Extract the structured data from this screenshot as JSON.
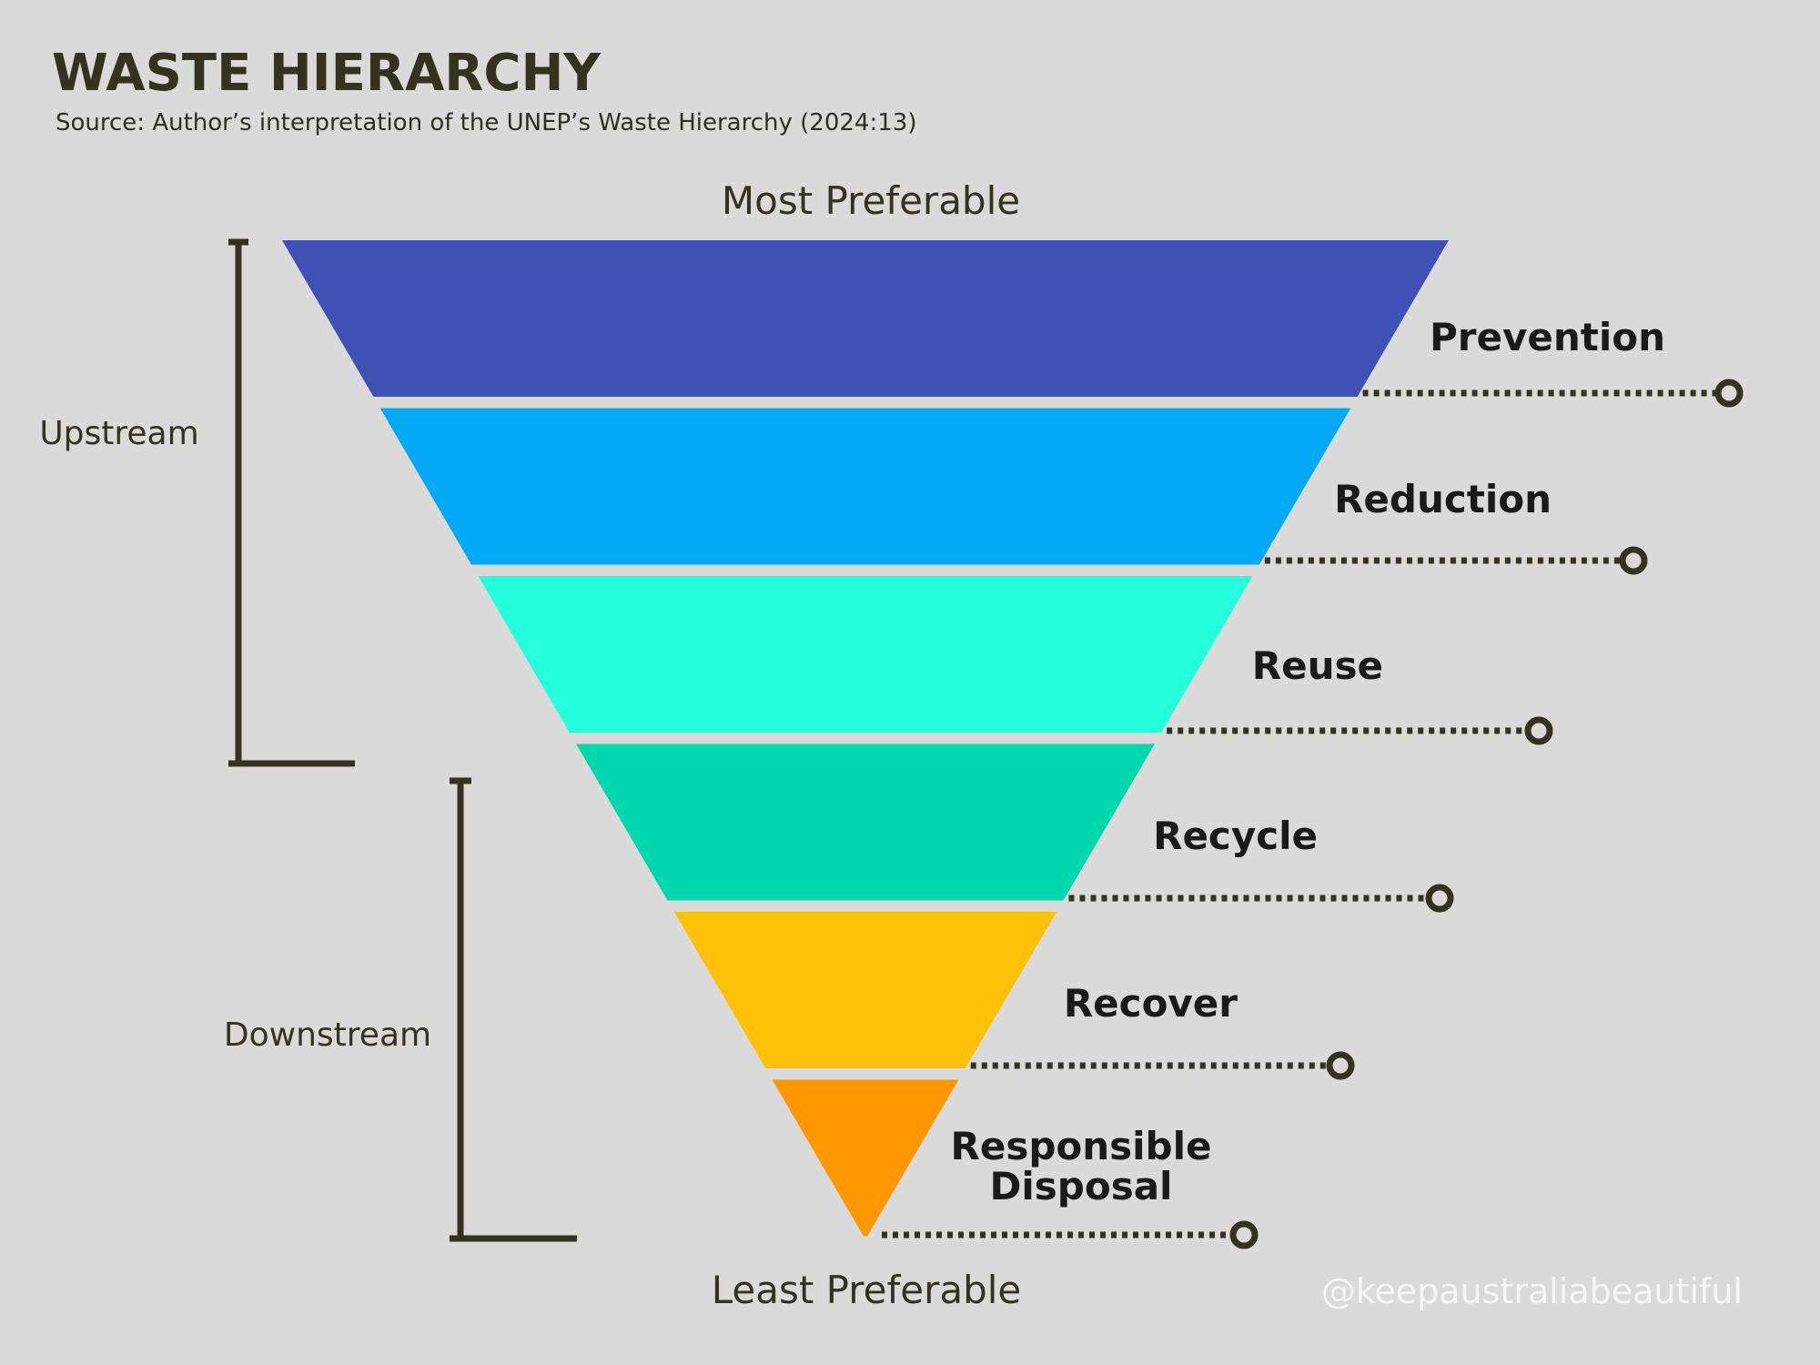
{
  "title": "WASTE HIERARCHY",
  "subtitle": "Source: Author’s interpretation of the UNEP’s Waste Hierarchy (2024:13)",
  "top_label": "Most Preferable",
  "bottom_label": "Least Preferable",
  "stream_groups": [
    {
      "label": "Upstream"
    },
    {
      "label": "Downstream"
    }
  ],
  "levels": [
    {
      "name": "Prevention",
      "color": "#3f51b5"
    },
    {
      "name": "Reduction",
      "color": "#03a9f4"
    },
    {
      "name": "Reuse",
      "color": "#26ffdc"
    },
    {
      "name": "Recycle",
      "color": "#00d7ad"
    },
    {
      "name": "Recover",
      "color": "#ffc107"
    },
    {
      "name": "Responsible Disposal",
      "name_lines": [
        "Responsible",
        "Disposal"
      ],
      "color": "#ff9800"
    }
  ],
  "watermark": "@keepaustraliabeautiful",
  "colors": {
    "background": "#dadada",
    "ink": "#33331f"
  }
}
